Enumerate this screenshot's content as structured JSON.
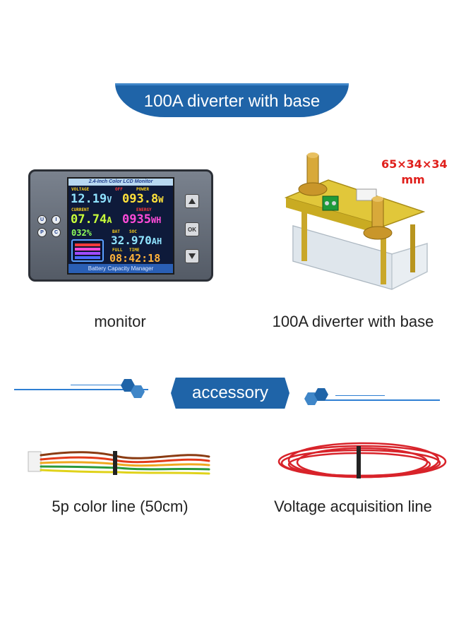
{
  "banner": {
    "title": "100A diverter with base"
  },
  "monitor": {
    "caption_top": "2.4-Inch Color LCD Monitor",
    "voltage_label": "VOLTAGE",
    "voltage_value": "12.19",
    "voltage_unit": "V",
    "off_label": "OFF",
    "power_label": "POWER",
    "power_value": "093.8",
    "power_unit": "W",
    "current_label": "CURRENT",
    "current_value": "07.74",
    "current_unit": "A",
    "energy_label": "ENERGY",
    "energy_value": "0935",
    "energy_unit": "WH",
    "percent_value": "032%",
    "bat_label": "BAT",
    "soc_label": "SOC",
    "capacity_value": "32.970",
    "capacity_unit": "AH",
    "full_label": "FULL",
    "time_label": "TIME",
    "time_value": "08:42:18",
    "footer": "Battery Capacity Manager",
    "btn_ok": "OK",
    "pad_u": "U",
    "pad_i": "I",
    "pad_p": "P",
    "pad_c": "C"
  },
  "diverter": {
    "dimensions_line1": "65×34×34",
    "dimensions_line2": "mm"
  },
  "captions": {
    "monitor": "monitor",
    "diverter": "100A diverter with base",
    "color_line": "5p color line (50cm)",
    "voltage_line": "Voltage acquisition line"
  },
  "accessory": {
    "label": "accessory"
  },
  "colors": {
    "brand_blue": "#1f64a8",
    "divider_blue": "#2f7fd3",
    "dimension_red": "#e0201c"
  }
}
